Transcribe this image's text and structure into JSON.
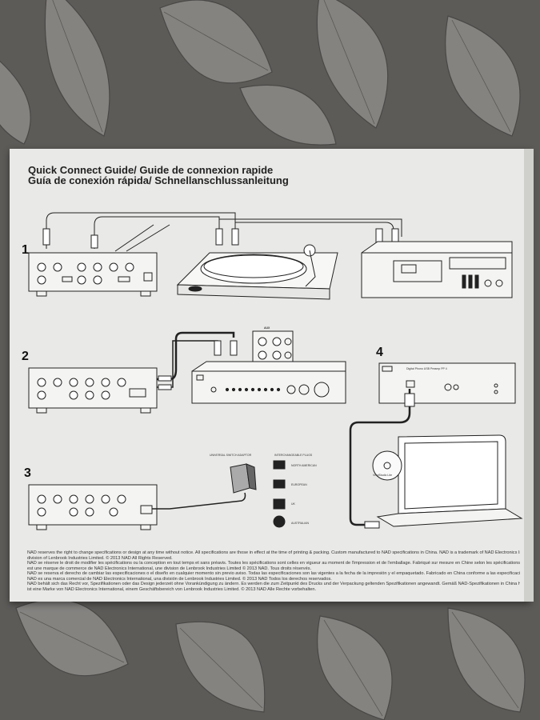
{
  "guide": {
    "title_line1": "Quick Connect Guide/ Guide de connexion rapide",
    "title_line2": "Guía de conexión rápida/ Schnellanschlussanleitung"
  },
  "steps": [
    "1",
    "2",
    "3",
    "4"
  ],
  "labels": {
    "aux": "AUX",
    "power_adaptor": "UNIVERSAL SWITCH ADAPTOR",
    "interchangeable_plugs": "INTERCHANGEABLE PLUGS",
    "plug_north_american": "NORTH AMERICAN",
    "plug_european": "EUROPEAN",
    "plug_uk": "UK",
    "plug_australian": "AUSTRALIAN",
    "preamp_name": "Digital Phono USB Preamp PP 4",
    "disc_label": "VinylStudio Lite"
  },
  "disclaimer": [
    "NAD reserves the right to change specifications or design at any time without notice. All specifications are those in effect at the time of printing & packing. Custom manufactured to NAD specifications in China. NAD is a trademark of NAD Electronics International, a",
    "division of Lenbrook Industries Limited. © 2013 NAD All Rights Reserved.",
    "NAD se réserve le droit de modifier les spécifications ou la conception en tout temps et sans préavis. Toutes les spécifications sont celles en vigueur au moment de l'impression et de l'emballage. Fabriqué sur mesure en Chine selon les spécifications de NAD. NAD",
    "est une marque de commerce de NAD Electronics International, une division de Lenbrook Industries Limited © 2013 NAD. Tous droits réservés.",
    "NAD se reserva el derecho de cambiar las especificaciones o el diseño en cualquier momento sin previo aviso. Todas las especificaciones son las vigentes a la fecha de la impresión y el empaquetado. Fabricado en China conforme a las especificaciones de NAD.",
    "NAD es una marca comercial de NAD Electronics International, una división de Lenbrook Industries Limited. © 2013 NAD Todos los derechos reservados.",
    "NAD behält sich das Recht vor, Spezifikationen oder das Design jederzeit ohne Vorankündigung zu ändern. Es werden die zum Zeitpunkt des Drucks und der Verpackung geltenden Spezifikationen angewandt. Gemäß NAD-Spezifikationen in China hergestellt. NAD",
    "ist eine Marke von NAD Electronics International, einem Geschäftsbereich von Lenbrook Industries Limited. © 2013 NAD Alle Rechte vorbehalten."
  ],
  "colors": {
    "background": "#5f5d5a",
    "box": "#e9e9e7",
    "ink": "#222222"
  }
}
